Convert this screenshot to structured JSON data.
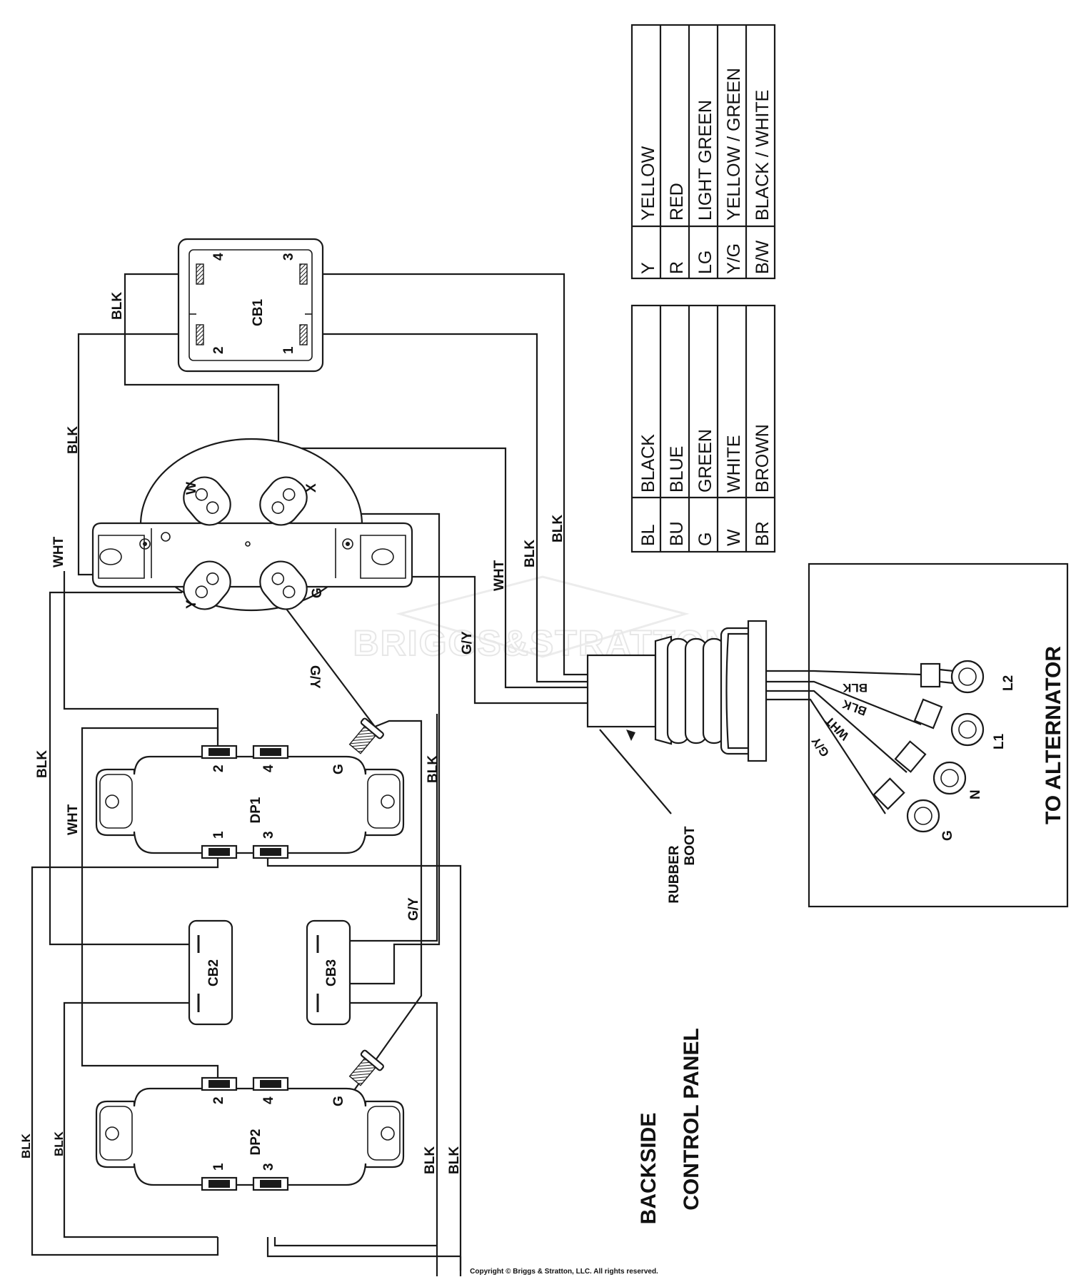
{
  "legend_table_1": [
    {
      "code": "BL",
      "color": "BLACK"
    },
    {
      "code": "BU",
      "color": "BLUE"
    },
    {
      "code": "G",
      "color": "GREEN"
    },
    {
      "code": "W",
      "color": "WHITE"
    },
    {
      "code": "BR",
      "color": "BROWN"
    }
  ],
  "legend_table_2": [
    {
      "code": "Y",
      "color": "YELLOW"
    },
    {
      "code": "R",
      "color": "RED"
    },
    {
      "code": "LG",
      "color": "LIGHT GREEN"
    },
    {
      "code": "Y/G",
      "color": "YELLOW / GREEN"
    },
    {
      "code": "B/W",
      "color": "BLACK / WHITE"
    }
  ],
  "components": {
    "cb1": {
      "name": "CB1",
      "pins": [
        "1",
        "2",
        "3",
        "4"
      ]
    },
    "cb2": {
      "name": "CB2"
    },
    "cb3": {
      "name": "CB3"
    },
    "dp1": {
      "name": "DP1",
      "pins": [
        "1",
        "2",
        "3",
        "4",
        "G"
      ]
    },
    "dp2": {
      "name": "DP2",
      "pins": [
        "1",
        "2",
        "3",
        "4",
        "G"
      ]
    },
    "receptacle": {
      "pins": [
        "W",
        "X",
        "Y",
        "G"
      ]
    }
  },
  "wire_labels": {
    "blk": "BLK",
    "wht": "WHT",
    "gy_receptacle": "G/Y",
    "gy_harness": "G/Y",
    "gy_dp": "G/Y"
  },
  "rubber_boot": {
    "line1": "RUBBER",
    "line2": "BOOT"
  },
  "alternator_box": {
    "title": "TO ALTERNATOR",
    "wires": [
      {
        "color": "BLK",
        "terminal": "L2"
      },
      {
        "color": "BLK",
        "terminal": "L1"
      },
      {
        "color": "WHT",
        "terminal": "N"
      },
      {
        "color": "G/Y",
        "terminal": "G"
      }
    ]
  },
  "panel_title": {
    "line1": "BACKSIDE",
    "line2": "CONTROL PANEL"
  },
  "watermark": "BRIGGS&STRATTON",
  "copyright": "Copyright © Briggs & Stratton, LLC. All rights reserved."
}
